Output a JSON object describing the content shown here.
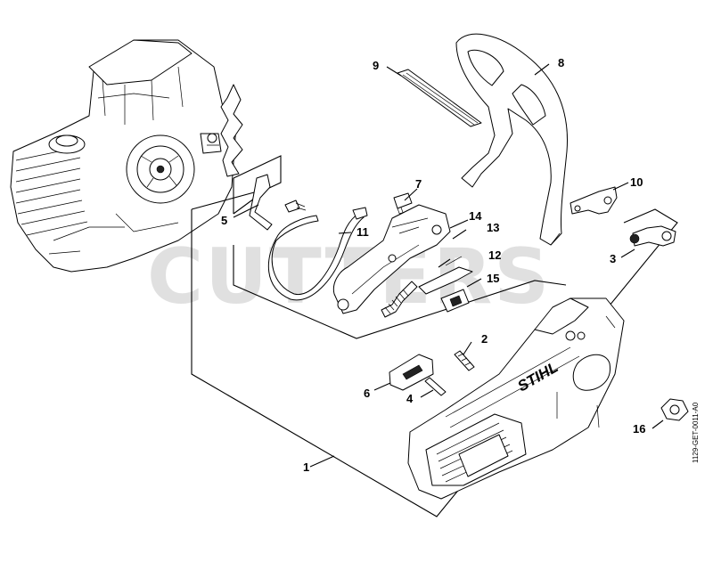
{
  "watermark": {
    "text": "CUTTERS"
  },
  "brand_on_cover": "STIHL",
  "document_code": "1129-GET-0011-A0",
  "callouts": [
    {
      "label": "1",
      "part": "chain-sprocket-cover"
    },
    {
      "label": "2",
      "part": "screw"
    },
    {
      "label": "3",
      "part": "chain-tensioner"
    },
    {
      "label": "4",
      "part": "pin"
    },
    {
      "label": "5",
      "part": "hand-guard-spring"
    },
    {
      "label": "6",
      "part": "chain-catcher"
    },
    {
      "label": "7",
      "part": "screw"
    },
    {
      "label": "8",
      "part": "hand-guard"
    },
    {
      "label": "9",
      "part": "label"
    },
    {
      "label": "10",
      "part": "link"
    },
    {
      "label": "11",
      "part": "brake-band"
    },
    {
      "label": "12",
      "part": "lever"
    },
    {
      "label": "13",
      "part": "spring"
    },
    {
      "label": "14",
      "part": "brake-lever"
    },
    {
      "label": "15",
      "part": "slide"
    },
    {
      "label": "16",
      "part": "nut"
    }
  ]
}
